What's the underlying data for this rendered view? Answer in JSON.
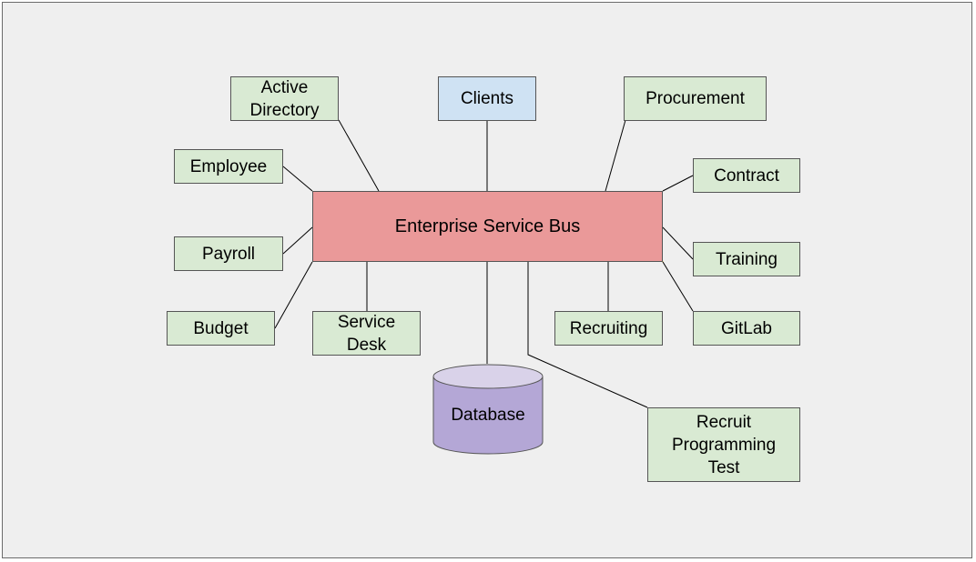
{
  "diagram": {
    "hub": {
      "label": "Enterprise Service Bus"
    },
    "nodes": {
      "active_directory": "Active\nDirectory",
      "clients": "Clients",
      "procurement": "Procurement",
      "employee": "Employee",
      "contract": "Contract",
      "payroll": "Payroll",
      "training": "Training",
      "budget": "Budget",
      "service_desk": "Service\nDesk",
      "recruiting": "Recruiting",
      "gitlab": "GitLab",
      "recruit_programming_test": "Recruit\nProgramming\nTest"
    },
    "database": {
      "label": "Database"
    },
    "colors": {
      "hub_fill": "#ea9999",
      "system_fill": "#d9ead3",
      "client_fill": "#cfe2f3",
      "database_fill": "#b4a7d6",
      "database_top": "#d9d2e9",
      "highlight_path": "#f1c232"
    }
  }
}
